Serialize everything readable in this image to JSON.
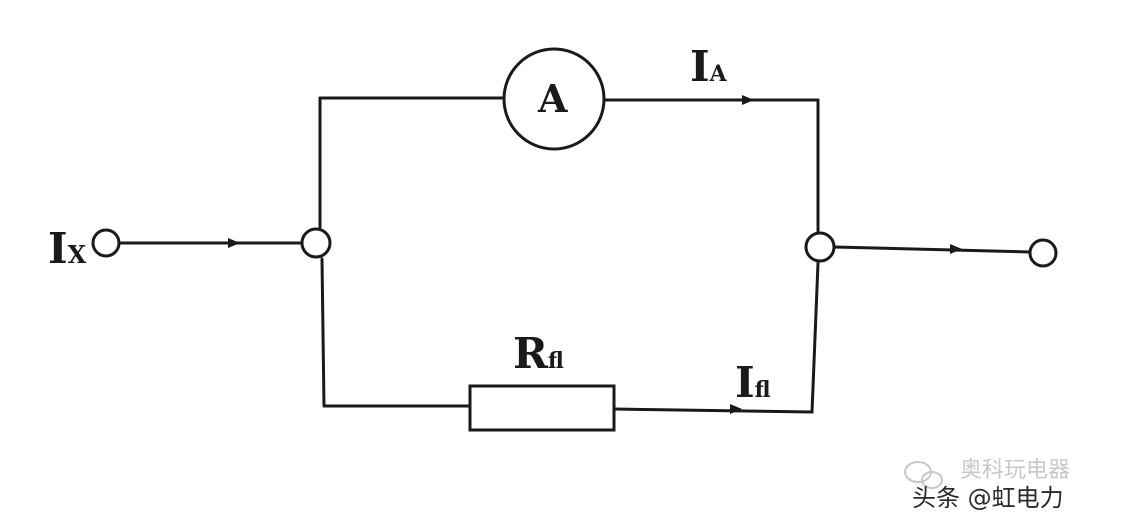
{
  "labels": {
    "ix_main": "I",
    "ix_sub": "X",
    "ia_main": "I",
    "ia_sub": "A",
    "ammeter": "A",
    "rfl_main": "R",
    "rfl_sub": "fl",
    "ifl_main": "I",
    "ifl_sub": "fl"
  },
  "watermark": {
    "line1": "奥科玩电器",
    "line2": "头条 @虹电力"
  },
  "colors": {
    "ink": "#1a1a1a",
    "watermark_light": "#c8c8c8",
    "watermark_dark": "#2a2a2a"
  },
  "icons": {
    "watermark_logo": "wechat-bubble-icon"
  }
}
